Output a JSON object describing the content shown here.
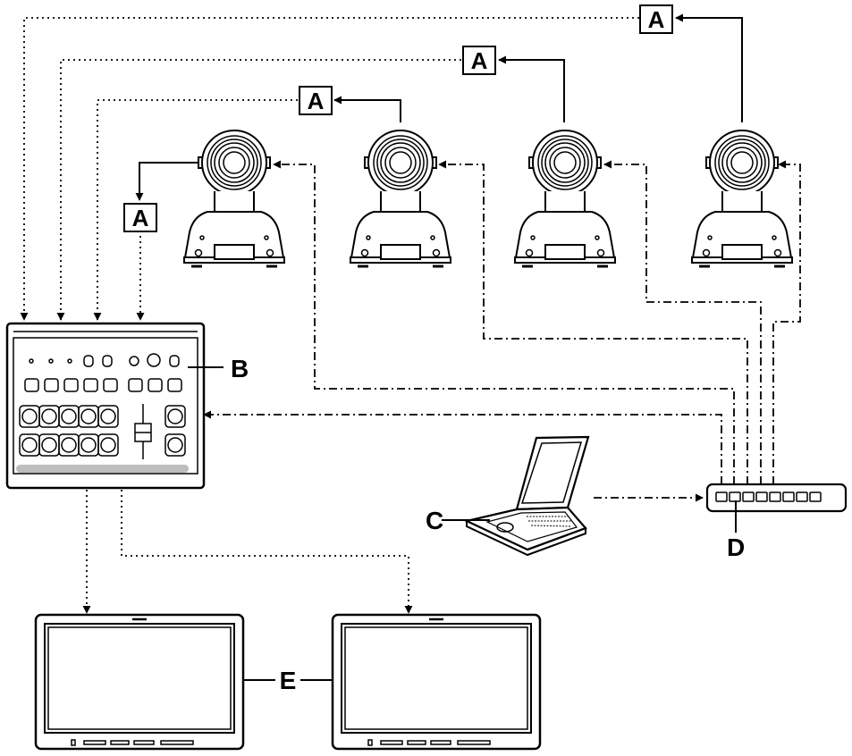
{
  "labels": {
    "a": "A",
    "b": "B",
    "c": "C",
    "d": "D",
    "e": "E"
  },
  "colors": {
    "line": "#000000",
    "background": "#ffffff",
    "fader_bar": "#bdbdbd"
  },
  "icons": [
    "ptz-camera-icon",
    "switcher-icon",
    "laptop-icon",
    "network-hub-icon",
    "monitor-icon"
  ]
}
